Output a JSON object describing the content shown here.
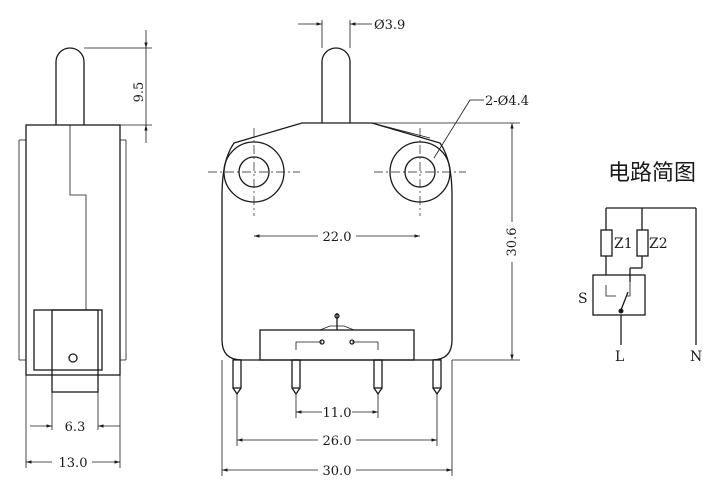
{
  "dimensions": {
    "pin_diameter": "Ø3.9",
    "plunger_travel": "9.5",
    "mount_holes": "2-Ø4.4",
    "hole_spacing": "22.0",
    "height": "30.6",
    "terminal_width": "6.3",
    "side_width": "13.0",
    "inner_terminals": "11.0",
    "outer_terminals": "26.0",
    "overall_width": "30.0"
  },
  "schematic": {
    "title": "电路简图",
    "z1": "Z1",
    "z2": "Z2",
    "s": "S",
    "l": "L",
    "n": "N"
  }
}
